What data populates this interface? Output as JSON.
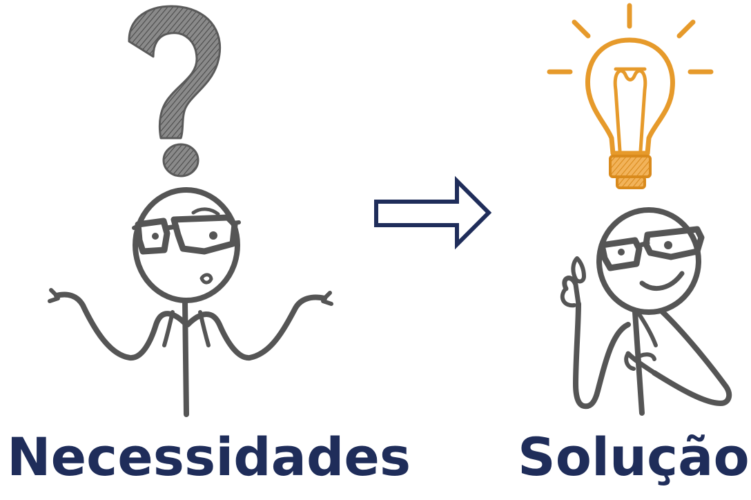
{
  "labels": {
    "left": "Necessidades",
    "right": "Solução"
  },
  "colors": {
    "label_text": "#1f2d5a",
    "arrow_stroke": "#1f2d5a",
    "sketch_gray": "#555555",
    "question_mark_fill": "#6b6b6b",
    "bulb_orange": "#e69a2b"
  },
  "icons": {
    "left_figure": "confused-stick-figure",
    "left_symbol": "question-mark-icon",
    "arrow": "right-arrow-icon",
    "right_figure": "idea-stick-figure",
    "right_symbol": "lightbulb-icon"
  }
}
